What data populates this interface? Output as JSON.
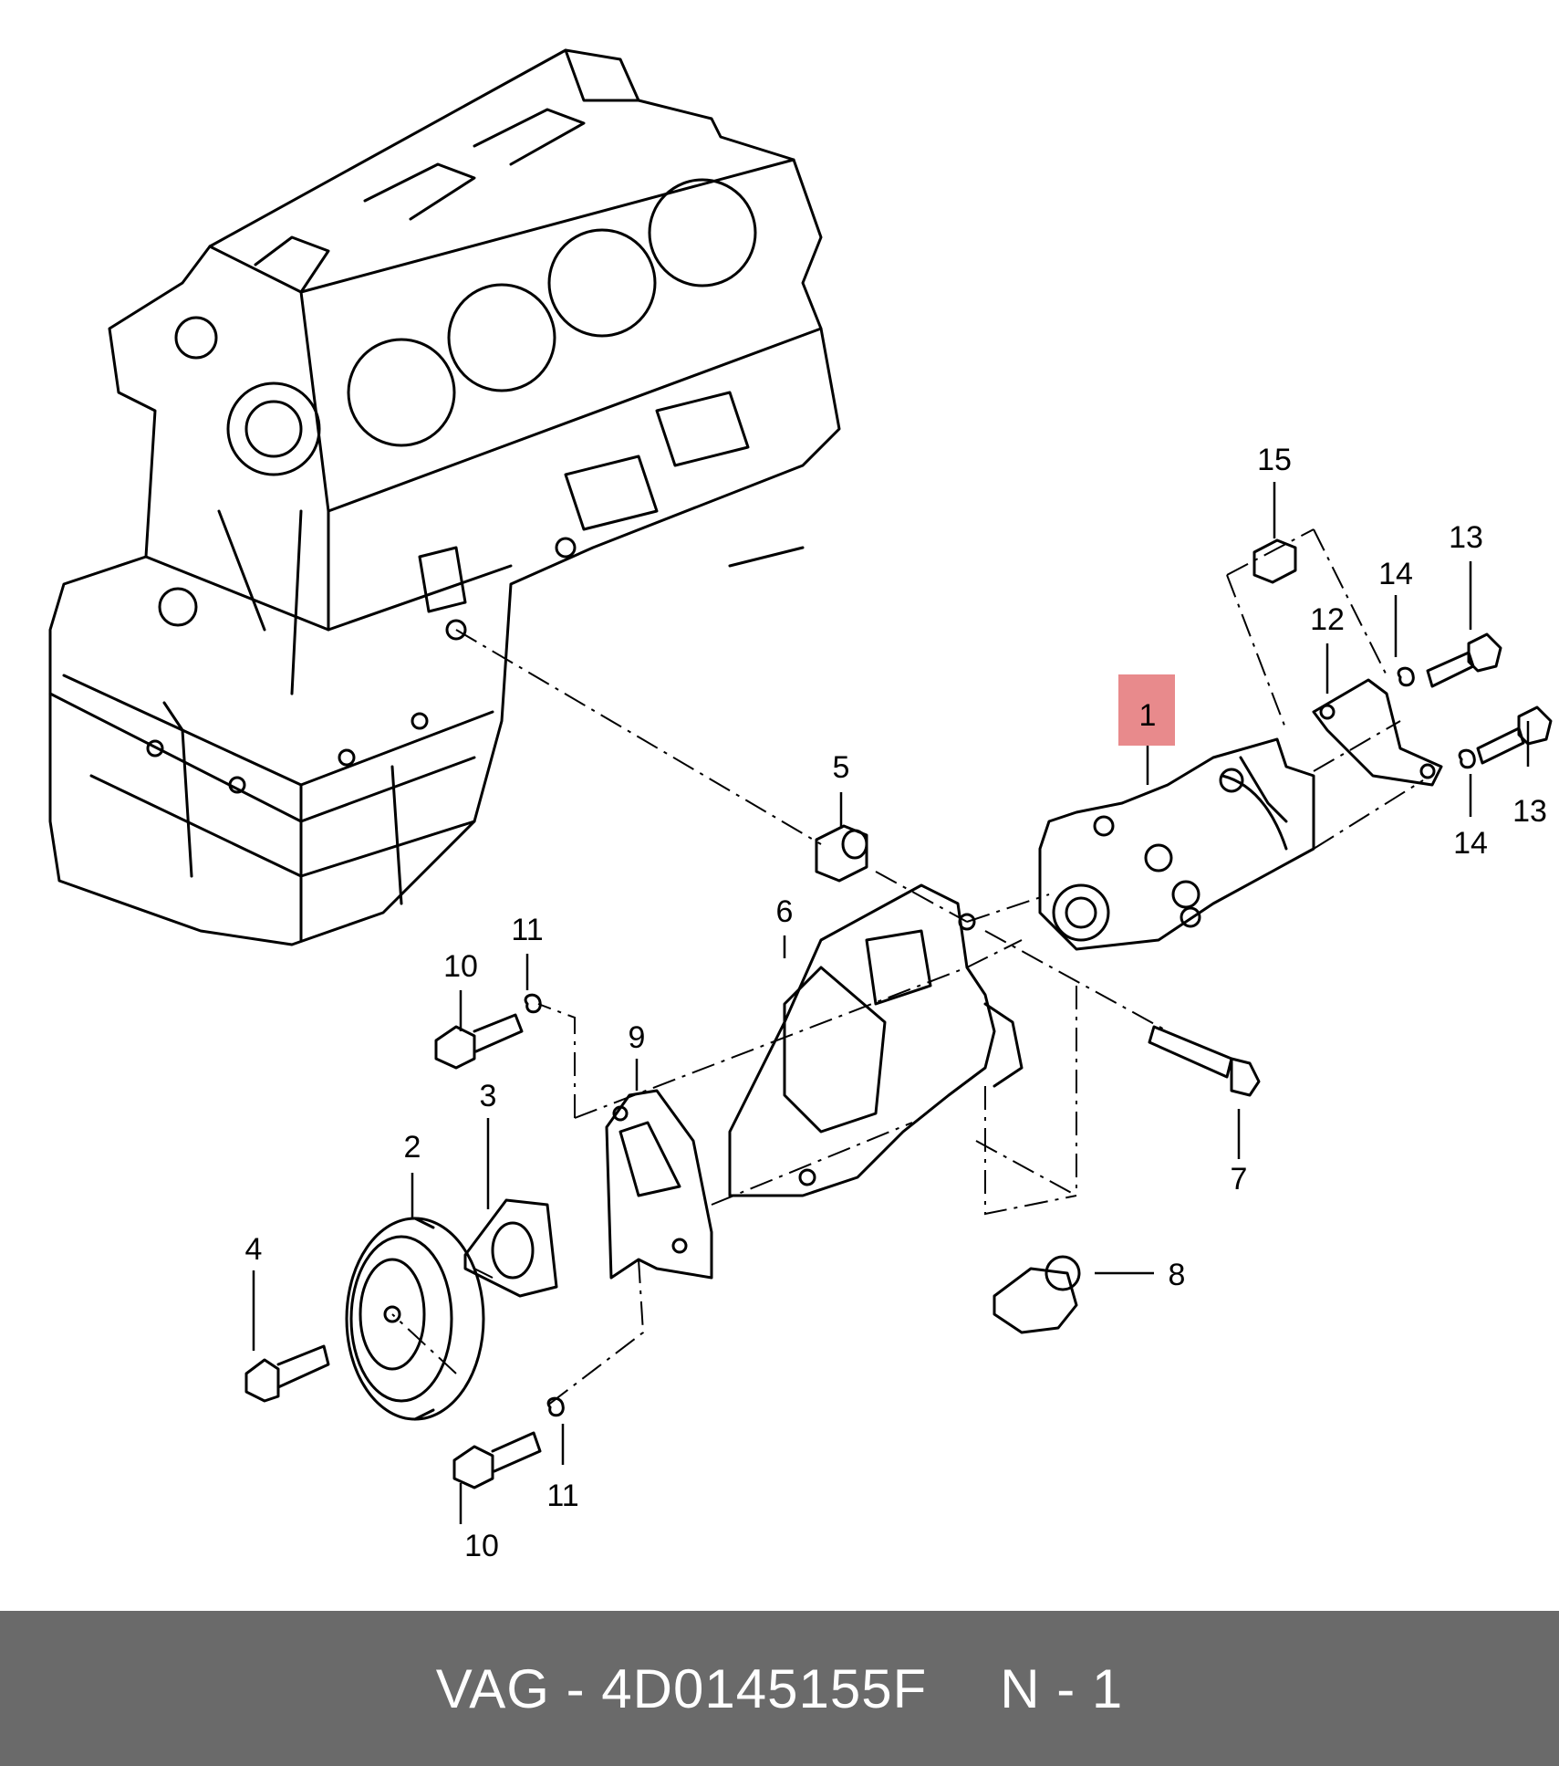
{
  "callouts": {
    "c1": "1",
    "c2": "2",
    "c3": "3",
    "c4": "4",
    "c5": "5",
    "c6": "6",
    "c7": "7",
    "c8": "8",
    "c9": "9",
    "c10a": "10",
    "c10b": "10",
    "c11a": "11",
    "c11b": "11",
    "c12": "12",
    "c13a": "13",
    "c13b": "13",
    "c14a": "14",
    "c14b": "14",
    "c15": "15"
  },
  "footer": {
    "part": "VAG - 4D0145155F",
    "qty": "N - 1"
  },
  "colors": {
    "highlight": "#e88a8c",
    "footer_bg": "#6a6a6a",
    "line": "#000000"
  }
}
